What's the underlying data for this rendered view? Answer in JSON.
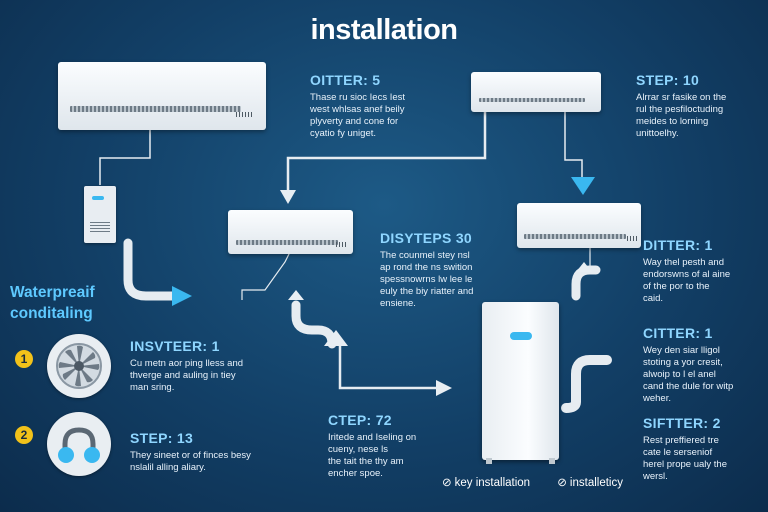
{
  "title": "installation",
  "side_title": [
    "Waterpreaif",
    "conditaling"
  ],
  "steps": {
    "s1": {
      "heading": "OITTER: 5",
      "lines": [
        "Thase ru sioc Iecs Iest",
        "west whlsas anef beily",
        "plyverty and cone for",
        "cyatio fy uniget."
      ]
    },
    "s2": {
      "heading": "STEP: 10",
      "lines": [
        "Alrrar sr fasike on the",
        "rul the pesfiloctuding",
        "meides to lorning",
        "unittoelhy."
      ]
    },
    "s3": {
      "heading": "DISYTEPS 30",
      "lines": [
        "The counmel stey nsl",
        "ap rond the ns swition",
        "spessnowrns lw lee le",
        "euly the biy riatter and",
        "ensiene."
      ]
    },
    "s4": {
      "heading": "DITTER: 1",
      "lines": [
        "Way thel pesth and",
        "endorswns of al aine",
        "of the por to the",
        "caid."
      ]
    },
    "s5": {
      "heading": "INSVTEER: 1",
      "lines": [
        "Cu metn aor ping lless and",
        "thverge and auling in tiey",
        "man sring."
      ]
    },
    "s6": {
      "heading": "CITTER: 1",
      "lines": [
        "Wey den siar lligol",
        "stoting a yor cresit,",
        "alwoip to l el anel",
        "cand the dule for witp",
        "weher."
      ]
    },
    "s7": {
      "heading": "CTEP: 72",
      "lines": [
        "Iritede and Iseling on",
        "cueny, nese ls",
        "the tait the thy am",
        "encher spoe."
      ]
    },
    "s8": {
      "heading": "STEP: 13",
      "lines": [
        "They sineet or of finces besy",
        "nslalil alling aliary."
      ]
    },
    "s9": {
      "heading": "SIFTTER: 2",
      "lines": [
        "Rest preffiered tre",
        "cate le serseniof",
        "herel prope ualy the",
        "wersl."
      ]
    }
  },
  "badges": [
    "1",
    "2"
  ],
  "legend": {
    "item1": "key installation",
    "item2": "installeticy"
  },
  "icons": [
    "check-circle-icon",
    "fan-icon",
    "headphones-icon",
    "arrow-icon"
  ],
  "colors": {
    "accent": "#5ec9ff",
    "arrow": "#3ab8f0",
    "badge": "#f2c21a",
    "background": "#123f66"
  }
}
